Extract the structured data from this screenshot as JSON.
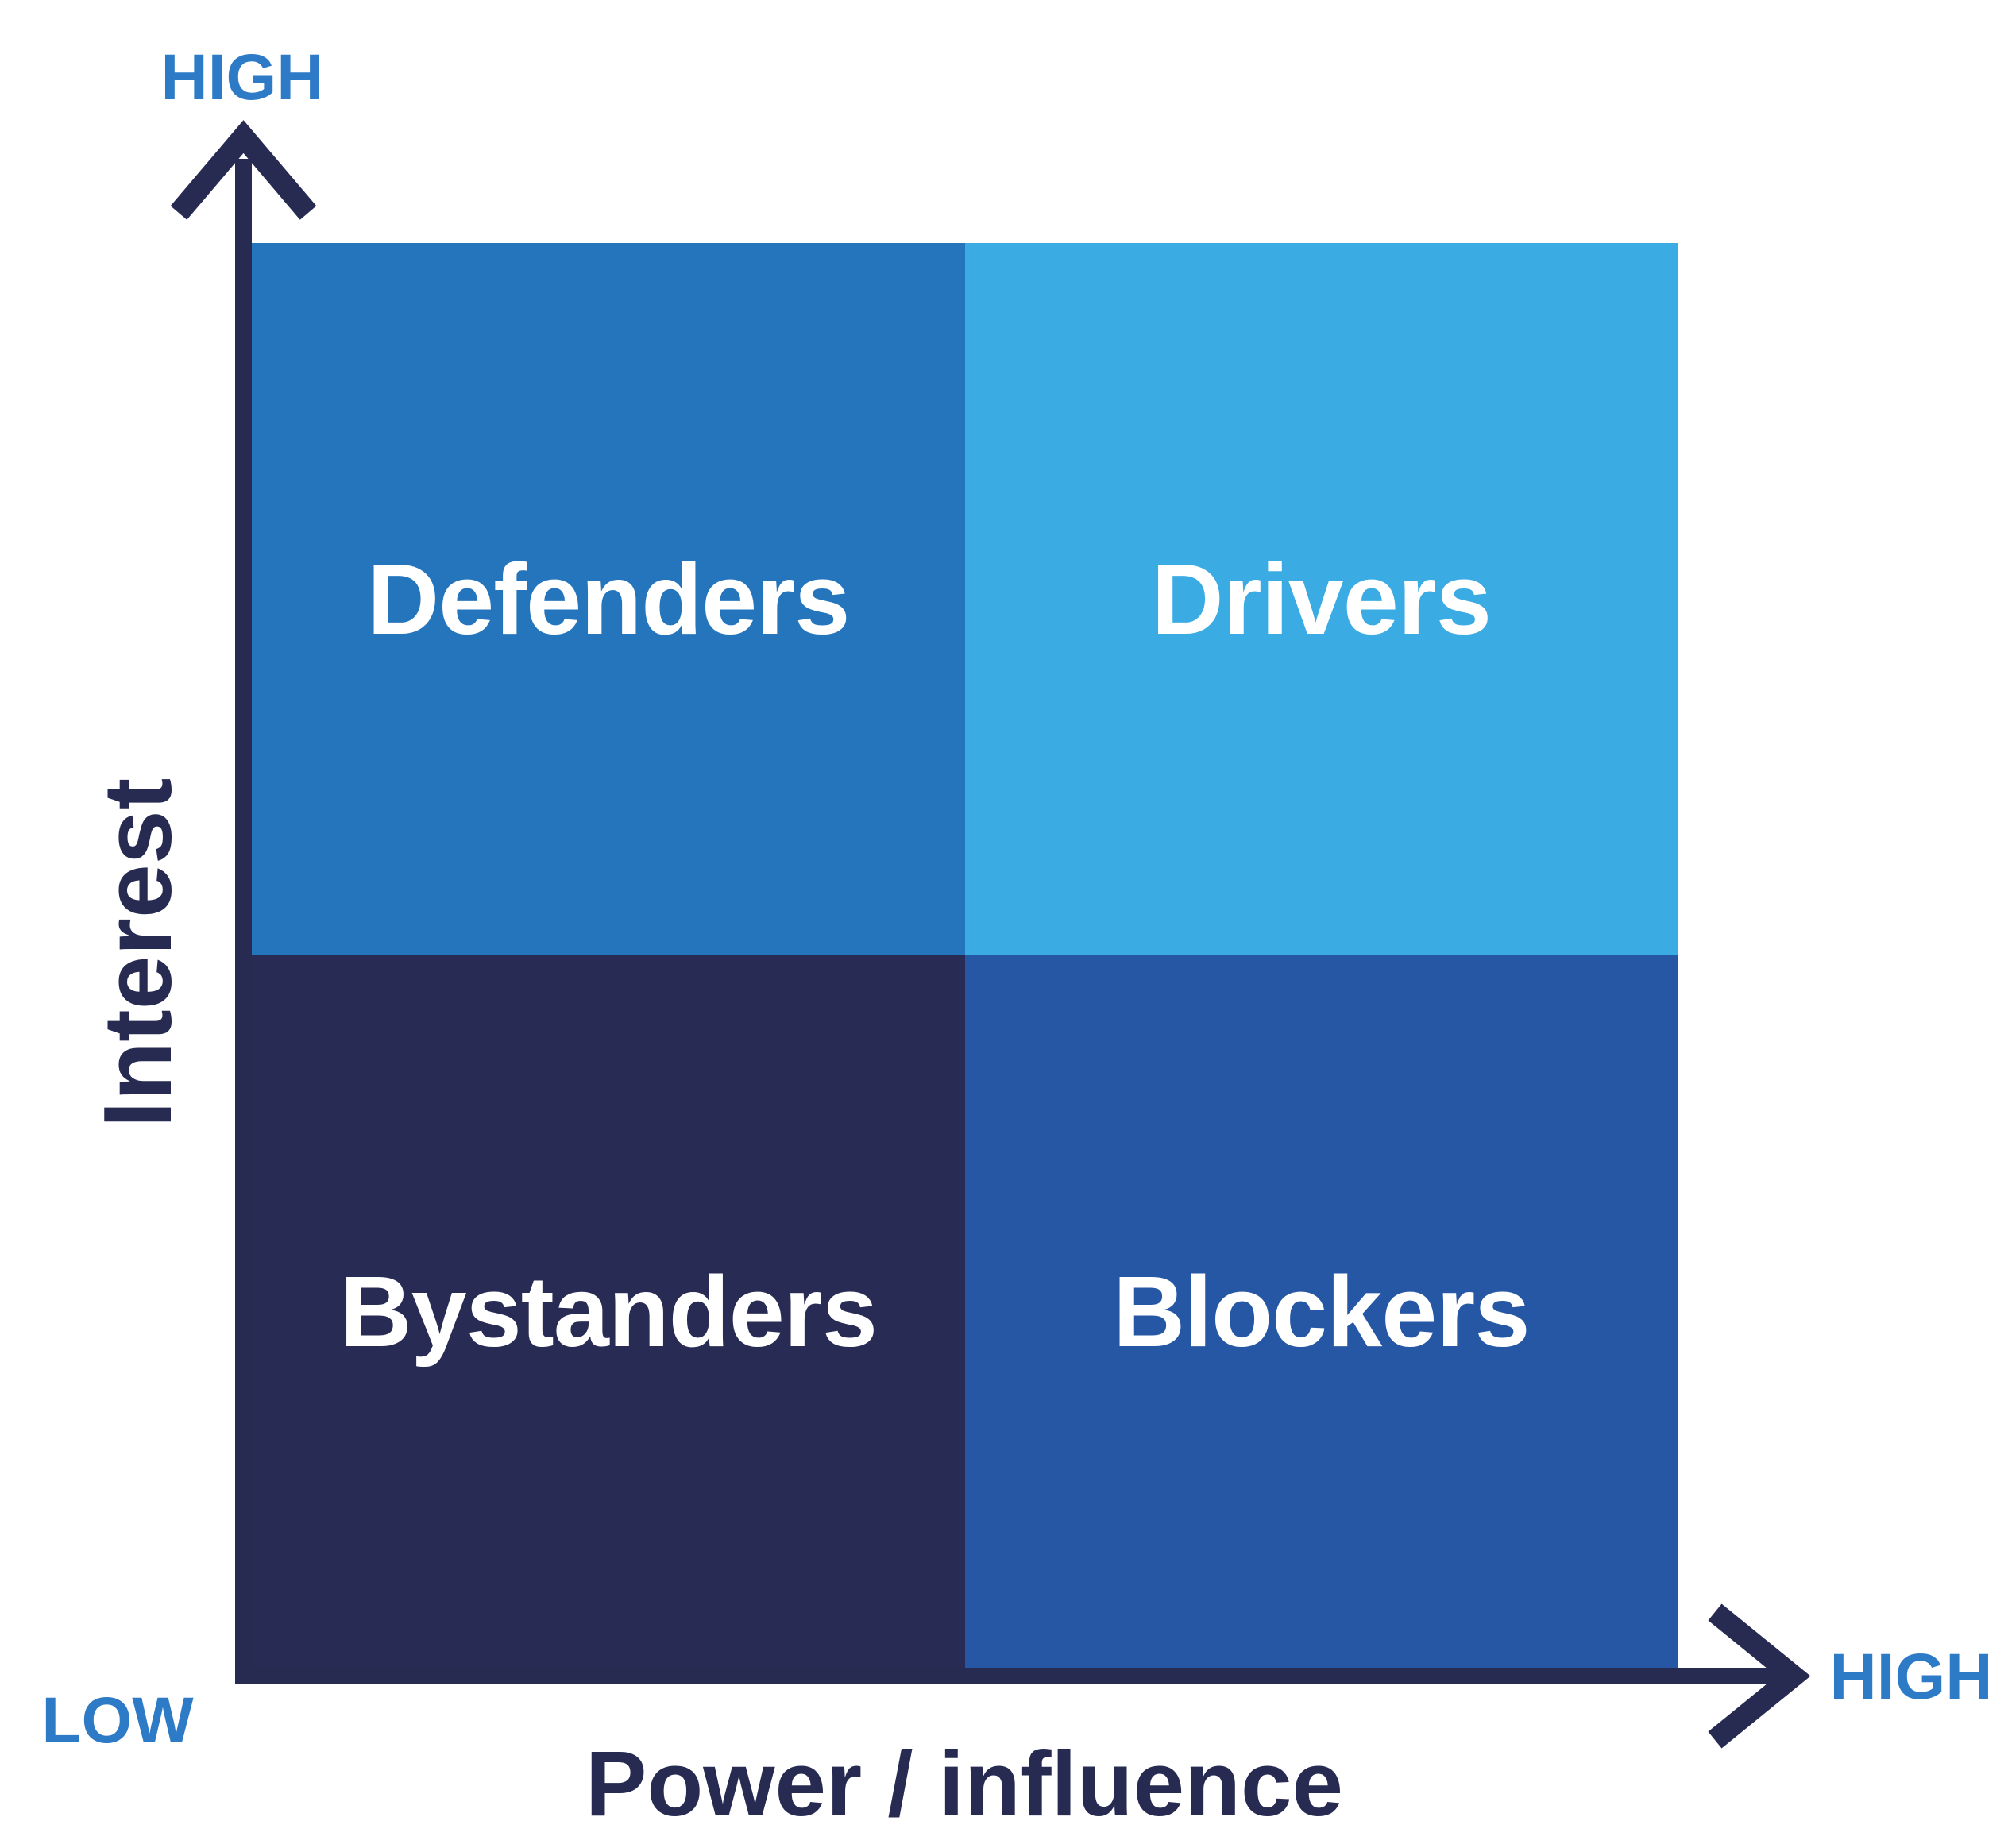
{
  "colors": {
    "axis": "#272B52",
    "endpoint_label": "#2D7AC6",
    "axis_title": "#272B52",
    "quadrant_text": "#FFFFFF",
    "defenders": "#2575BD",
    "drivers": "#3AABE3",
    "bystanders": "#282B53",
    "blockers": "#2557A5"
  },
  "axes": {
    "y": {
      "label": "Interest",
      "max_label": "HIGH"
    },
    "x": {
      "label": "Power / influence",
      "max_label": "HIGH"
    },
    "origin_label": "LOW"
  },
  "quadrants": [
    {
      "id": "defenders",
      "label": "Defenders",
      "position": "top-left",
      "power": "low",
      "interest": "high"
    },
    {
      "id": "drivers",
      "label": "Drivers",
      "position": "top-right",
      "power": "high",
      "interest": "high"
    },
    {
      "id": "bystanders",
      "label": "Bystanders",
      "position": "bottom-left",
      "power": "low",
      "interest": "low"
    },
    {
      "id": "blockers",
      "label": "Blockers",
      "position": "bottom-right",
      "power": "high",
      "interest": "low"
    }
  ]
}
